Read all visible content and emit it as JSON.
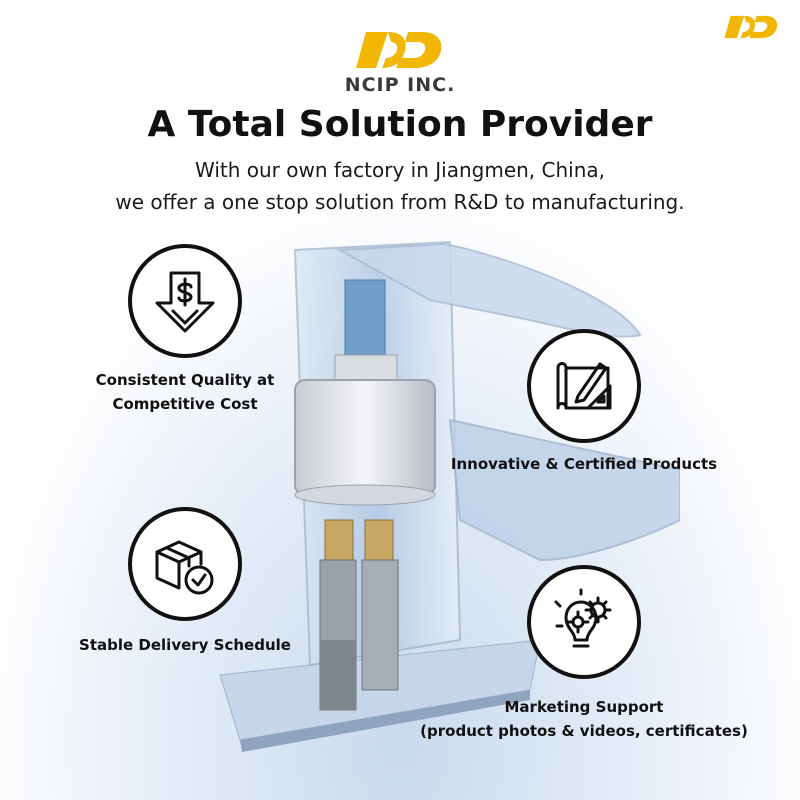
{
  "brand": {
    "name": "NCIP INC.",
    "logo_icon": "ncip-logo-icon",
    "logo_color": "#f2b705"
  },
  "headline": {
    "title": "A Total Solution Provider",
    "line1": "With our own factory in Jiangmen, China,",
    "line2": "we offer a one stop solution from R&D to manufacturing."
  },
  "features": [
    {
      "icon": "dollar-down-arrow-icon",
      "line1": "Consistent Quality at",
      "line2": "Competitive Cost"
    },
    {
      "icon": "blueprint-pencil-icon",
      "line1": "Innovative & Certified Products",
      "line2": ""
    },
    {
      "icon": "box-check-icon",
      "line1": "Stable Delivery Schedule",
      "line2": ""
    },
    {
      "icon": "gears-lightbulb-icon",
      "line1": "Marketing Support",
      "line2": "(product photos & videos, certificates)"
    }
  ],
  "colors": {
    "icon_stroke": "#111111",
    "faucet_blue": "#9db9db"
  }
}
